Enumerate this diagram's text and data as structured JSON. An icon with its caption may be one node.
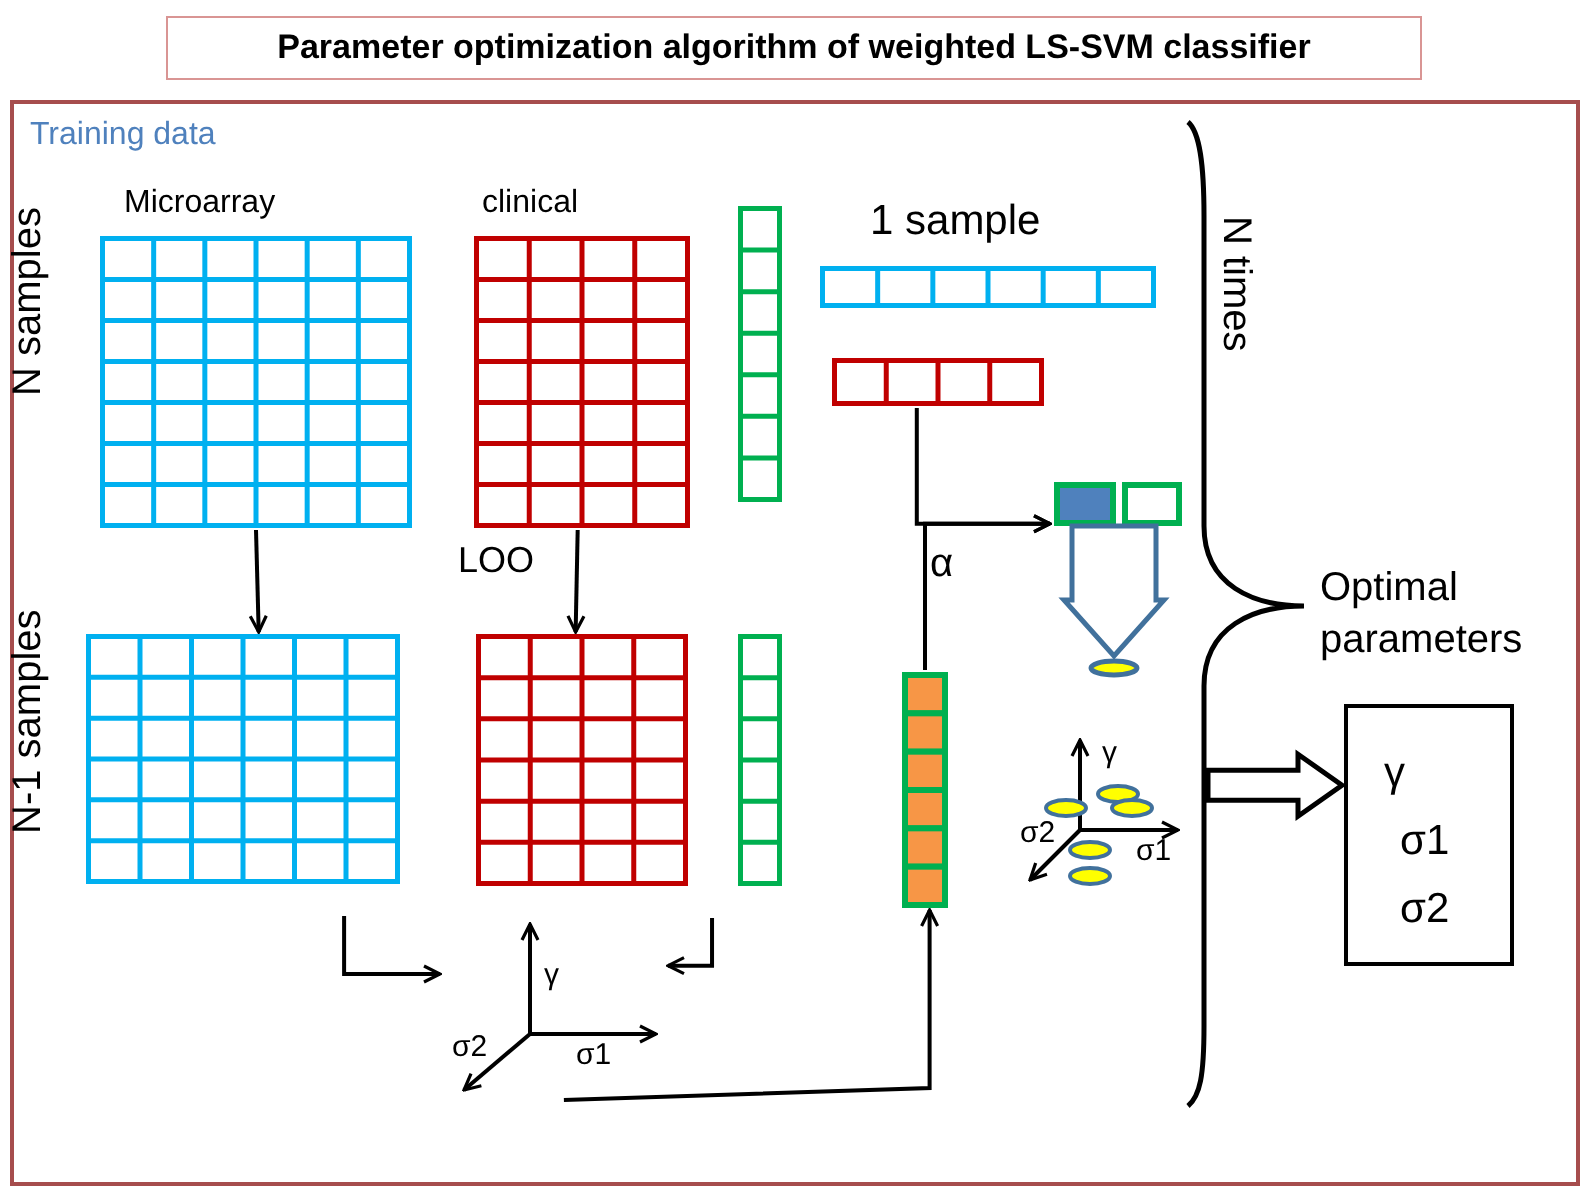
{
  "diagram": {
    "title": "Parameter optimization algorithm of weighted LS-SVM classifier",
    "nodes": [
      {
        "text": [
          "Training data"
        ]
      },
      {
        "text": [
          "Microarray"
        ],
        "in": 0
      },
      {
        "text": [
          "clinical"
        ],
        "in": 0
      },
      {
        "text": [],
        "shape": "box",
        "in": 0
      },
      {
        "text": [
          "1 sample"
        ],
        "in": 0
      },
      {
        "text": [],
        "shape": "box",
        "in": 0
      },
      {
        "text": [],
        "shape": "box",
        "in": 0
      },
      {
        "text": [],
        "shape": "box",
        "in": 0
      },
      {
        "text": [],
        "shape": "box",
        "in": 0
      },
      {
        "text": [],
        "shape": "box",
        "in": 0
      },
      {
        "text": [
          "γ",
          "σ2",
          "σ1"
        ],
        "in": 0
      },
      {
        "text": [],
        "shape": "box",
        "in": 0
      },
      {
        "text": [],
        "shape": "box",
        "in": 0
      },
      {
        "text": [],
        "shape": "ellipse",
        "in": 0
      },
      {
        "text": [
          "γ",
          "σ2",
          "σ1"
        ],
        "in": 0
      },
      {
        "text": [],
        "shape": "brace",
        "in": 0
      },
      {
        "text": [
          "γ",
          "σ1",
          "σ2"
        ],
        "in": 0
      }
    ],
    "edges": [
      {
        "from": 1,
        "to": 6,
        "arrow": "to"
      },
      {
        "from": 2,
        "to": 7,
        "arrow": "to",
        "label": "LOO"
      },
      {
        "from": 6,
        "to": 10,
        "arrow": "to"
      },
      {
        "from": 8,
        "to": 10,
        "arrow": "to"
      },
      {
        "from": 10,
        "to": 9,
        "arrow": "to"
      },
      {
        "from": 5,
        "to": 11,
        "arrow": "to"
      },
      {
        "from": 9,
        "to": 11,
        "arrow": "to",
        "label": "α"
      },
      {
        "from": 11,
        "to": 13,
        "arrow": "to",
        "style": "thick",
        "color": "#41719c"
      },
      {
        "from": 15,
        "to": 16,
        "arrow": "to",
        "style": "thick"
      }
    ],
    "labels": [
      "N samples",
      "N-1 samples",
      "N times",
      "Optimal parameters"
    ]
  }
}
